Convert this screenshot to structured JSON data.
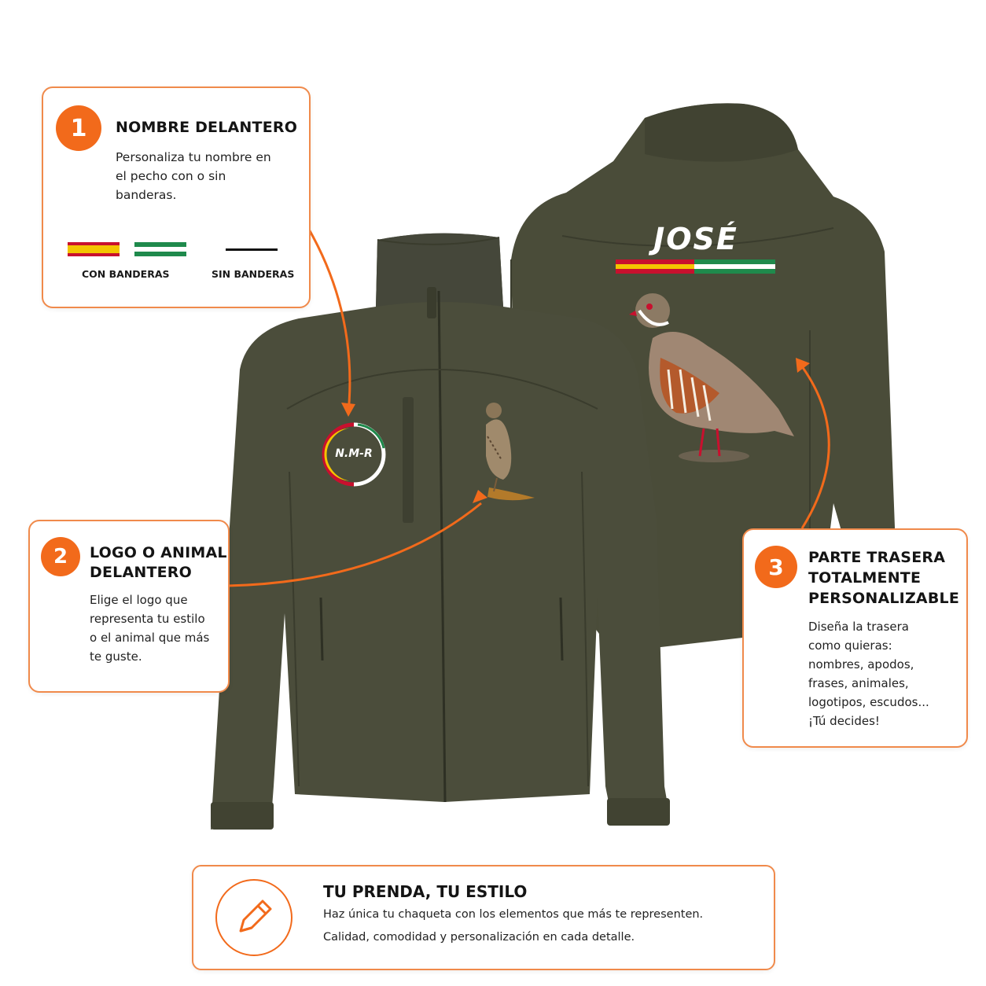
{
  "card1": {
    "number": "1",
    "title": "NOMBRE DELANTERO",
    "text_lines": [
      "Personaliza tu nombre en",
      "el pecho con o sin",
      "banderas."
    ],
    "with_flags_label": "CON BANDERAS",
    "without_flags_label": "SIN BANDERAS"
  },
  "card2": {
    "number": "2",
    "title_lines": [
      "LOGO O ANIMAL",
      "DELANTERO"
    ],
    "text_lines": [
      "Elige el logo que",
      "representa tu estilo",
      "o el animal que más",
      "te guste."
    ]
  },
  "card3": {
    "number": "3",
    "title_lines": [
      "PARTE TRASERA",
      "TOTALMENTE",
      "PERSONALIZABLE"
    ],
    "text_lines": [
      "Diseña la trasera",
      "como quieras:",
      "nombres, apodos,",
      "frases, animales,",
      "logotipos, escudos...",
      "¡Tú decides!"
    ]
  },
  "banner": {
    "title": "TU PRENDA, TU ESTILO",
    "line1": "Haz única tu chaqueta con los elementos que más te representen.",
    "line2": "Calidad, comodidad y personalización en cada detalle.",
    "icon": "pencil-icon"
  },
  "jacket_back": {
    "name": "JOSÉ"
  },
  "jacket_front": {
    "logo_text": "N.M-R"
  },
  "colors": {
    "accent": "#f26a1b",
    "border": "#f08a4b",
    "jacket": "#4b4d3b",
    "jacket_dark": "#3a3c2d",
    "spain_red": "#c8102e",
    "spain_yellow": "#f4c400",
    "andalucia_green": "#1f8a4c"
  }
}
